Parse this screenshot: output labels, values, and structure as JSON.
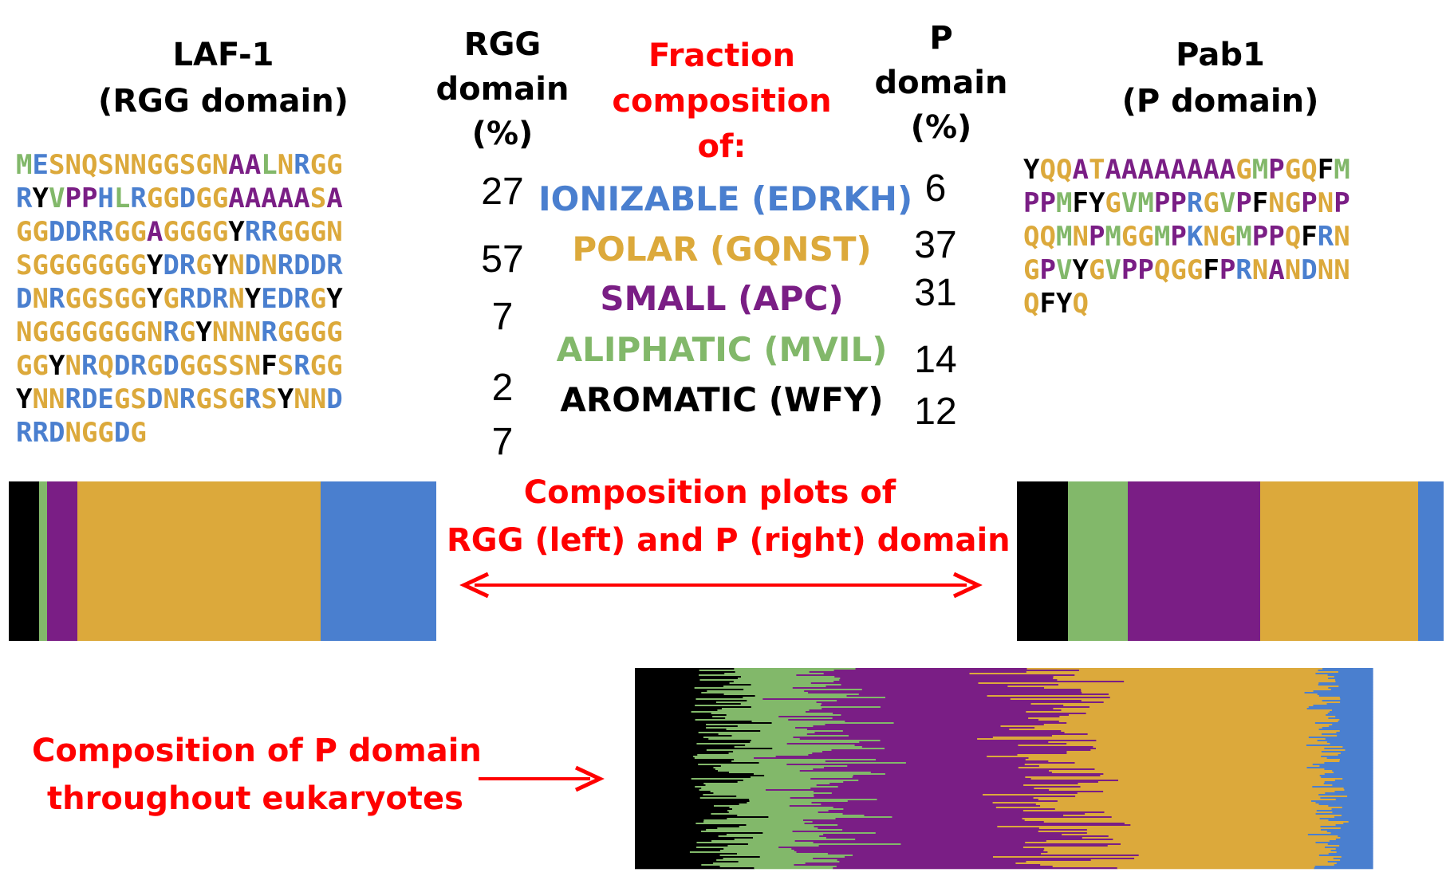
{
  "colors": {
    "ionizable": "#4a7fcf",
    "polar": "#dca93b",
    "small": "#7a1e85",
    "aliphatic": "#82b86a",
    "aromatic": "#000000",
    "red": "#ff0000"
  },
  "laf1": {
    "title_lines": [
      "LAF-1",
      "(RGG domain)"
    ],
    "sequence_lines": [
      "MESNQSNNGGSGNAALNRGG",
      "RYVPPHLRGGDGGAAAAASA",
      "GGDDRRGGAGGGGYRRGGGN",
      "SGGGGGGGYDRGYNDNRDDR",
      "DNRGGSGGYGRDRNYEDRGY",
      "NGGGGGGGNRGYNNNRGGGG",
      "GGYNRQDRGDGGSSNFSRGG",
      "YNNRDEGSDNRGSGRSYNND",
      "RRDNGGDG"
    ]
  },
  "pab1": {
    "title_lines": [
      "Pab1",
      "(P domain)"
    ],
    "sequence_lines": [
      "YQQATAAAAAAAAGMPGQFM",
      "PPMFYGVMPPRGVPFNGPNP",
      "QQMNPMGGMPKNGMPPQFRN",
      "GPVYGVPPQGGFPRNANDNN",
      "QFYQ"
    ]
  },
  "rgg_header_lines": [
    "RGG",
    "domain",
    "(%)"
  ],
  "p_header_lines": [
    "P",
    "domain",
    "(%)"
  ],
  "fraction_header_lines": [
    "Fraction",
    "composition",
    "of:"
  ],
  "categories": [
    {
      "label": "IONIZABLE (EDRKH)",
      "color_key": "ionizable",
      "rgg": "27",
      "p": "6"
    },
    {
      "label": "POLAR (GQNST)",
      "color_key": "polar",
      "rgg": "57",
      "p": "37"
    },
    {
      "label": "SMALL (APC)",
      "color_key": "small",
      "rgg": "7",
      "p": "31"
    },
    {
      "label": "ALIPHATIC (MVIL)",
      "color_key": "aliphatic",
      "rgg": "2",
      "p": "14"
    },
    {
      "label": "AROMATIC (WFY)",
      "color_key": "aromatic",
      "rgg": "7",
      "p": "12"
    }
  ],
  "composition_plots_lines": [
    "Composition plots of",
    "RGG (left) and P (right) domain"
  ],
  "eukaryote_lines": [
    "Composition of P domain",
    "throughout eukaryotes"
  ],
  "rgg_bar": [
    {
      "key": "aromatic",
      "fraction": 0.07
    },
    {
      "key": "aliphatic",
      "fraction": 0.02
    },
    {
      "key": "small",
      "fraction": 0.07
    },
    {
      "key": "polar",
      "fraction": 0.57
    },
    {
      "key": "ionizable",
      "fraction": 0.27
    }
  ],
  "p_bar": [
    {
      "key": "aromatic",
      "fraction": 0.12
    },
    {
      "key": "aliphatic",
      "fraction": 0.14
    },
    {
      "key": "small",
      "fraction": 0.31
    },
    {
      "key": "polar",
      "fraction": 0.37
    },
    {
      "key": "ionizable",
      "fraction": 0.06
    }
  ]
}
